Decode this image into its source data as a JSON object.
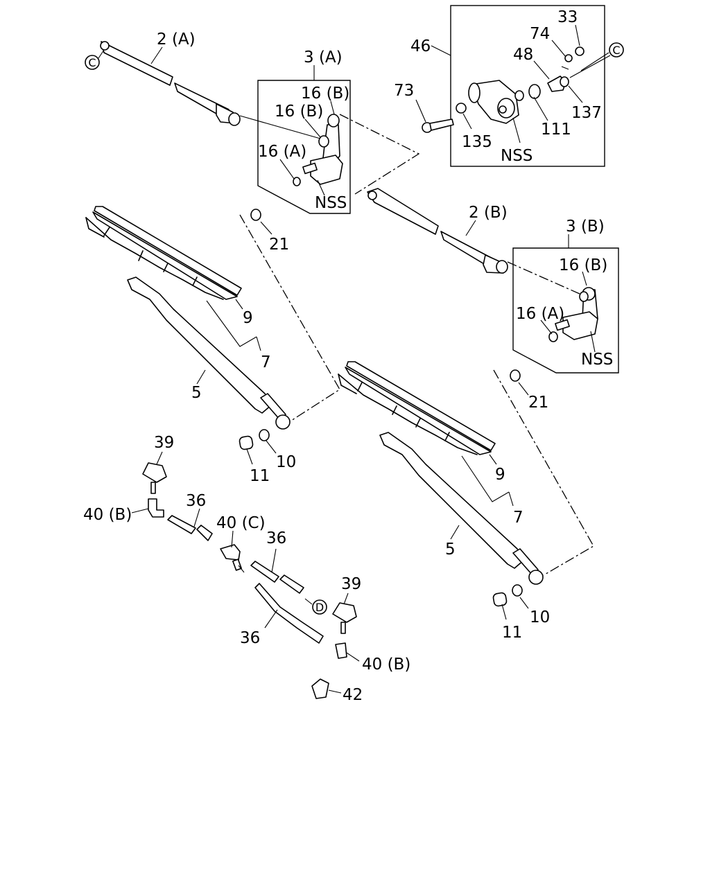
{
  "labels": {
    "l_2a": "2 (A)",
    "l_3a": "3 (A)",
    "l_16b_1": "16 (B)",
    "l_16b_2": "16 (B)",
    "l_16a_1": "16 (A)",
    "l_nss_1": "NSS",
    "l_21_1": "21",
    "l_46": "46",
    "l_33": "33",
    "l_74": "74",
    "l_48": "48",
    "l_73": "73",
    "l_137": "137",
    "l_111": "111",
    "l_135": "135",
    "l_nss_2": "NSS",
    "l_2b": "2 (B)",
    "l_3b": "3 (B)",
    "l_16b_3": "16 (B)",
    "l_16a_2": "16 (A)",
    "l_nss_3": "NSS",
    "l_21_2": "21",
    "l_9_1": "9",
    "l_7_1": "7",
    "l_5_1": "5",
    "l_10_1": "10",
    "l_11_1": "11",
    "l_9_2": "9",
    "l_7_2": "7",
    "l_5_2": "5",
    "l_10_2": "10",
    "l_11_2": "11",
    "l_39_1": "39",
    "l_40b_1": "40 (B)",
    "l_36_1": "36",
    "l_40c": "40 (C)",
    "l_36_2": "36",
    "l_39_2": "39",
    "l_36_3": "36",
    "l_40b_2": "40 (B)",
    "l_42": "42"
  },
  "connectors": {
    "c_left": "C",
    "c_right": "C",
    "d_marker": "D"
  }
}
